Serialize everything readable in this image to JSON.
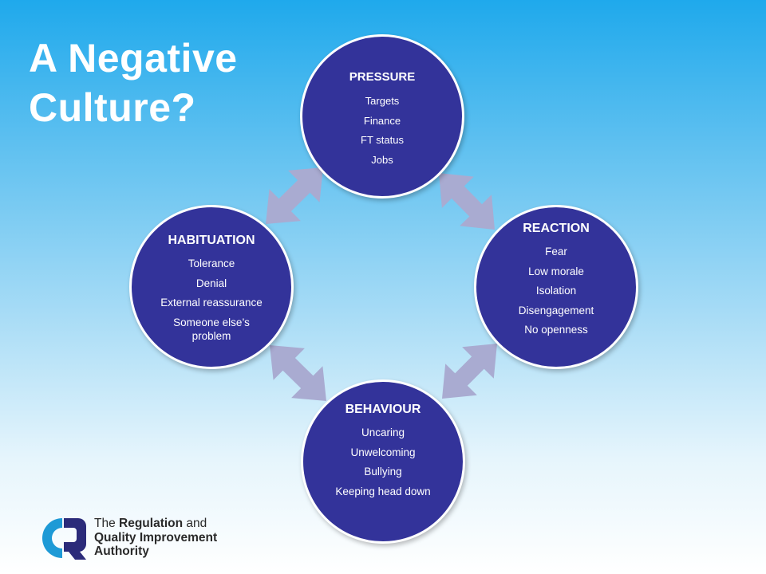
{
  "title": {
    "line1": "A Negative",
    "line2": "Culture?"
  },
  "nodes": {
    "pressure": {
      "heading": "PRESSURE",
      "items": [
        "Targets",
        "Finance",
        "FT status",
        "Jobs"
      ]
    },
    "reaction": {
      "heading": "REACTION",
      "items": [
        "Fear",
        "Low morale",
        "Isolation",
        "Disengagement",
        "No openness"
      ]
    },
    "behaviour": {
      "heading": "BEHAVIOUR",
      "items": [
        "Uncaring",
        "Unwelcoming",
        "Bullying",
        "Keeping head down"
      ]
    },
    "habituation": {
      "heading": "HABITUATION",
      "items": [
        "Tolerance",
        "Denial",
        "External reassurance",
        "Someone else’s problem"
      ]
    }
  },
  "logo": {
    "line1_pre": "The ",
    "line1_bold": "Regulation",
    "line1_post": " and",
    "line2": "Quality Improvement",
    "line3": "Authority"
  },
  "colors": {
    "node_fill": "#33339a",
    "arrow_fill": "#a9abd1",
    "title_text": "#ffffff",
    "logo_blue": "#1e9ad6",
    "logo_navy": "#2b2b7a"
  }
}
